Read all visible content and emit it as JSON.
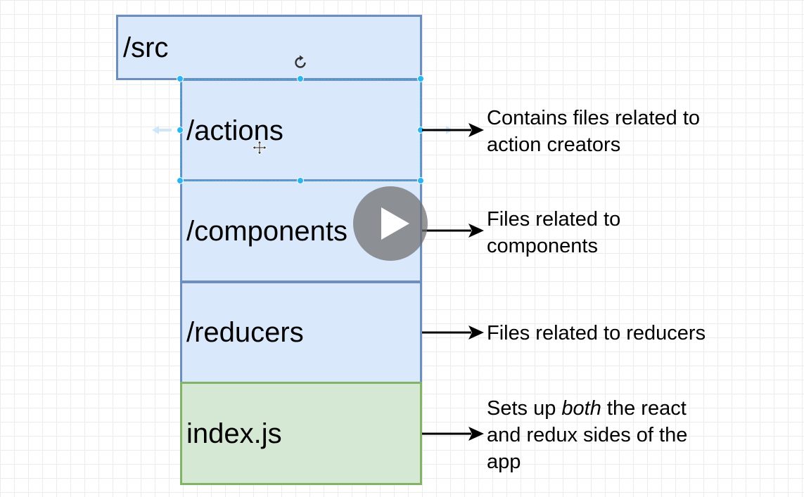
{
  "folders": {
    "src": "/src",
    "actions": "/actions",
    "components": "/components",
    "reducers": "/reducers",
    "index": "index.js"
  },
  "notes": {
    "actions": [
      "Contains files related to",
      "action creators"
    ],
    "components": [
      "Files related to",
      "components"
    ],
    "reducers": "Files related to reducers",
    "index": {
      "line1_before": "Sets up ",
      "line1_emphasis": "both",
      "line1_after": " the react",
      "line2": "and redux sides of the",
      "line3": "app"
    }
  },
  "icons": {
    "play": "play-icon",
    "rotate": "rotate-icon",
    "move": "move-icon"
  },
  "colors": {
    "folder_fill": "#dae8fc",
    "folder_stroke": "#6c8ebf",
    "file_fill": "#d5e8d4",
    "file_stroke": "#82b366",
    "selection": "#29b6f2"
  }
}
